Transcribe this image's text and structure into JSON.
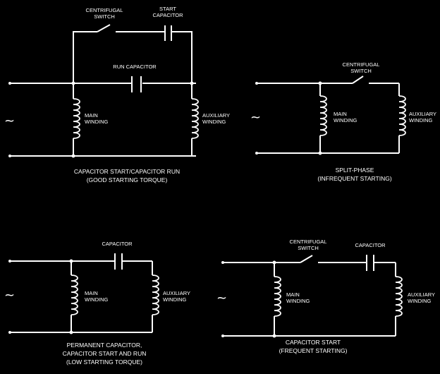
{
  "tilde": "~",
  "diagrams": {
    "csr": {
      "centrifugal_switch": [
        "CENTRIFUGAL",
        "SWITCH"
      ],
      "start_capacitor": [
        "START",
        "CAPACITOR"
      ],
      "run_capacitor": "RUN CAPACITOR",
      "main_winding": [
        "MAIN",
        "WINDING"
      ],
      "aux_winding": [
        "AUXILIARY",
        "WINDING"
      ],
      "caption": [
        "CAPACITOR START/CAPACITOR RUN",
        "(GOOD STARTING TORQUE)"
      ]
    },
    "split": {
      "centrifugal_switch": [
        "CENTRIFUGAL",
        "SWITCH"
      ],
      "main_winding": [
        "MAIN",
        "WINDING"
      ],
      "aux_winding": [
        "AUXILIARY",
        "WINDING"
      ],
      "caption": [
        "SPLIT-PHASE",
        "(INFREQUENT STARTING)"
      ]
    },
    "psc": {
      "capacitor": "CAPACITOR",
      "main_winding": [
        "MAIN",
        "WINDING"
      ],
      "aux_winding": [
        "AUXILIARY",
        "WINDING"
      ],
      "caption": [
        "PERMANENT CAPACITOR,",
        "CAPACITOR START AND RUN",
        "(LOW STARTING TORQUE)"
      ]
    },
    "cs": {
      "centrifugal_switch": [
        "CENTRIFUGAL",
        "SWITCH"
      ],
      "capacitor": "CAPACITOR",
      "main_winding": [
        "MAIN",
        "WINDING"
      ],
      "aux_winding": [
        "AUXILIARY",
        "WINDING"
      ],
      "caption": [
        "CAPACITOR START",
        "(FREQUENT STARTING)"
      ]
    }
  }
}
